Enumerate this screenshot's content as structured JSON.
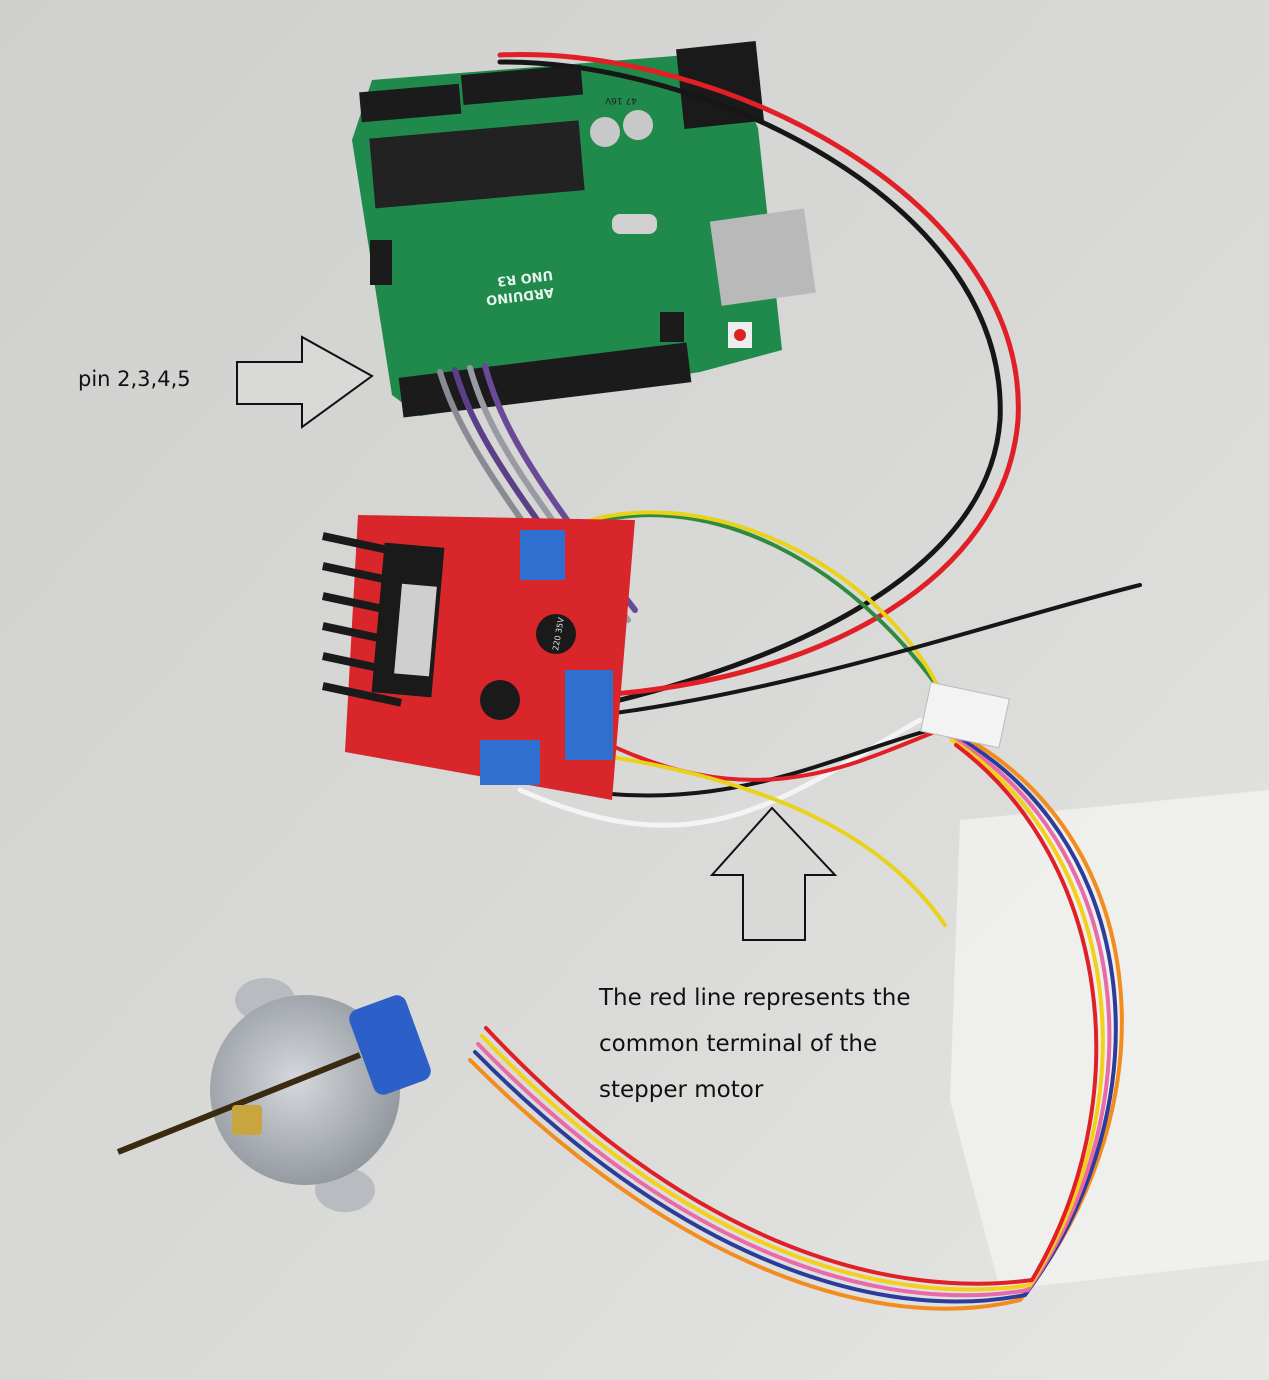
{
  "annotations": {
    "pin_label": "pin 2,3,4,5",
    "note_lines": [
      "The red line represents the",
      "common terminal of the",
      "stepper motor"
    ]
  },
  "board_markings": {
    "arduino_logo": "ARDUINO",
    "arduino_model": "UNO R3",
    "capacitor_top": "47 16V",
    "capacitor_driver": "220 35V"
  },
  "colors": {
    "background": "#d6d6d4",
    "arduino_board": "#1f8a4c",
    "driver_board": "#d8262b",
    "common_wire": "#e01f26",
    "annotation_ink": "#111111"
  }
}
